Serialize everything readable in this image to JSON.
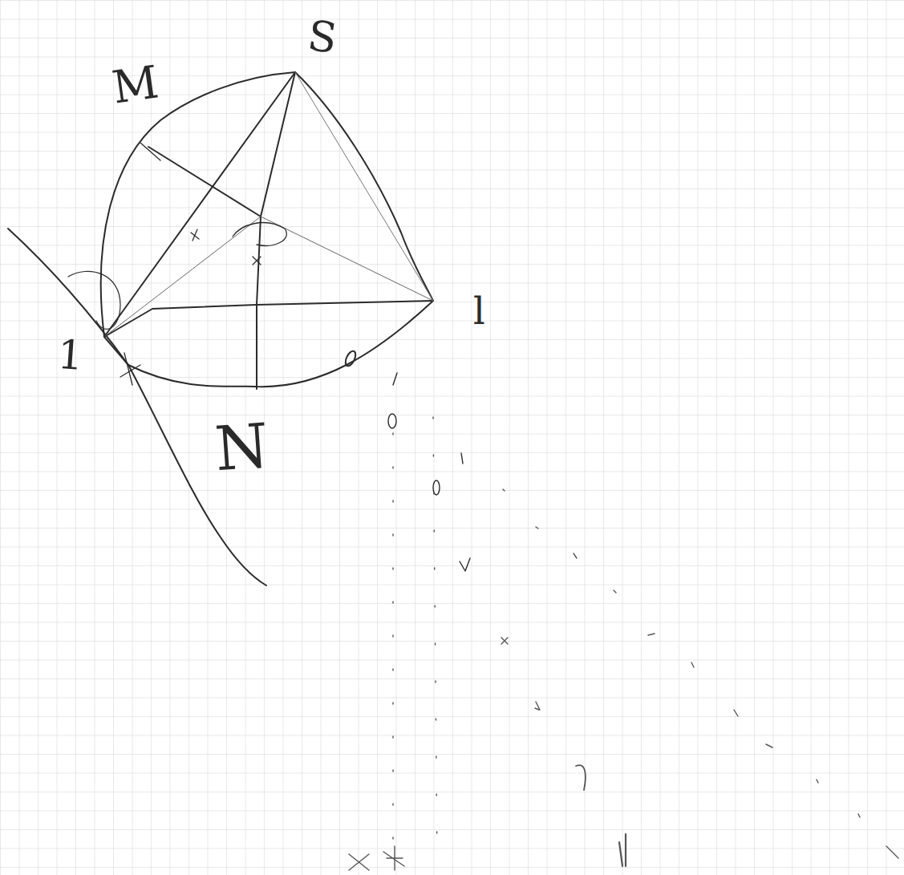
{
  "diagram": {
    "labels": [
      "M",
      "S",
      "1",
      "l",
      "N"
    ]
  }
}
